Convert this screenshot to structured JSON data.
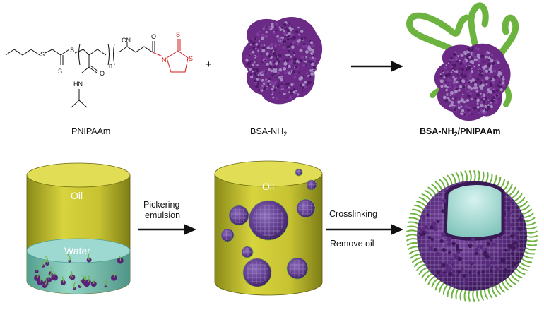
{
  "labels": {
    "pnipaam": "PNIPAAm",
    "bsa_nh2_prefix": "BSA-NH",
    "bsa_nh2_sub": "2",
    "conjugate_prefix": "BSA-NH",
    "conjugate_sub": "2",
    "conjugate_suffix": "/PNIPAAm",
    "plus": "+",
    "oil_left": "Oil",
    "water": "Water",
    "oil_middle": "Oil",
    "step1_line1": "Pickering",
    "step1_line2": "emulsion",
    "step2_line1": "Crosslinking",
    "step2_line2": "Remove oil"
  },
  "structure_atoms": {
    "s1": "S",
    "s2": "S",
    "s3": "S",
    "n_index": "n",
    "cn": "CN",
    "o1": "O",
    "o2": "O",
    "hn": "HN",
    "n_ring": "N",
    "s_ring1": "S",
    "s_ring2": "S"
  },
  "colors": {
    "protein": "#6b2a86",
    "protein_light": "#9a6fb5",
    "polymer": "#6db33f",
    "cylinder_yellow": "#c9c533",
    "water_cyan": "#7fc9bf",
    "heteroatom_red": "#d01c1c",
    "arrow": "#111111"
  }
}
